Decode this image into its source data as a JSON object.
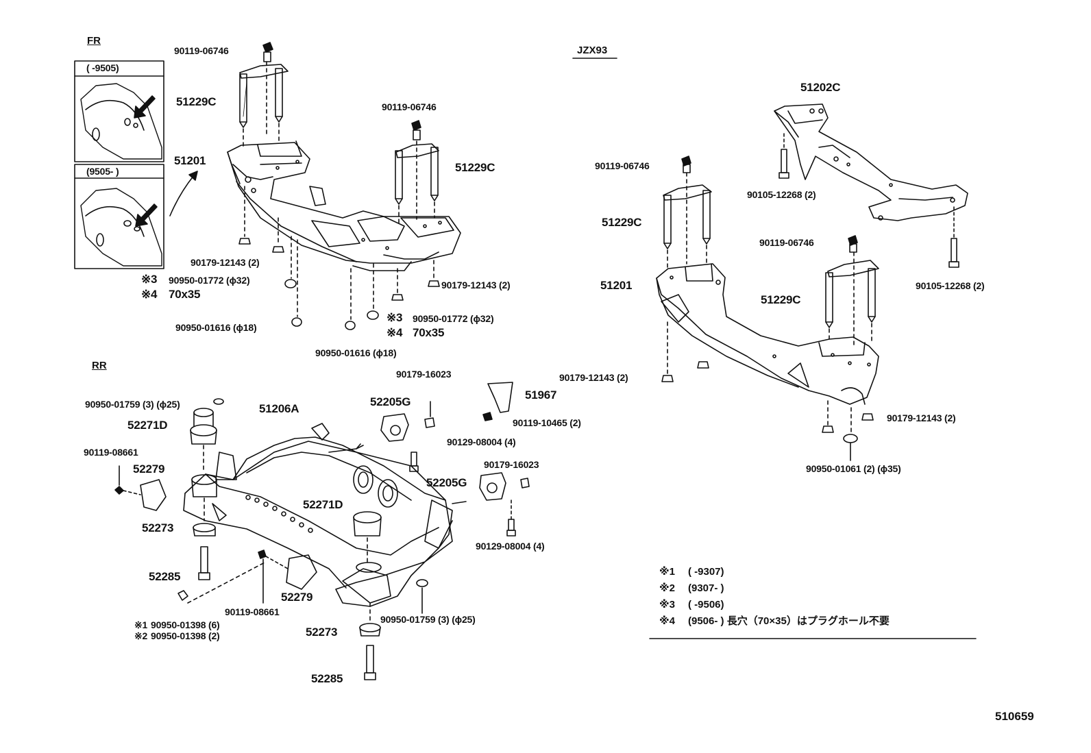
{
  "sections": {
    "front": "FR",
    "rear": "RR",
    "model": "JZX93"
  },
  "inset": {
    "top_label": "(      -9505)",
    "bottom_label": "(9505-        )"
  },
  "labels": {
    "fr_bolt_top": "90119-06746",
    "fr_stud_left": "51229C",
    "fr_member": "51201",
    "fr_bolt_right": "90119-06746",
    "fr_stud_right": "51229C",
    "fr_nut_left": "90179-12143 (2)",
    "fr_plug_a_mark": "※3",
    "fr_plug_a": "90950-01772 (ϕ32)",
    "fr_plug_a_mark2": "※4",
    "fr_plug_a_size": "70x35",
    "fr_nut_right": "90179-12143 (2)",
    "fr_plug_b_mark": "※3",
    "fr_plug_b": "90950-01772 (ϕ32)",
    "fr_plug_b_mark2": "※4",
    "fr_plug_b_size": "70x35",
    "fr_plug_c": "90950-01616 (ϕ18)",
    "fr_plug_d": "90950-01616 (ϕ18)",
    "rr_plug_top": "90950-01759 (3) (ϕ25)",
    "rr_member": "51206A",
    "rr_bush_a": "52271D",
    "rr_bolt_a": "90119-08661",
    "rr_bracket_a": "52279",
    "rr_stopper_a": "52273",
    "rr_bolt_b": "52285",
    "rr_nut_a_mark1": "※1",
    "rr_nut_a": "90950-01398 (6)",
    "rr_nut_a_mark2": "※2",
    "rr_nut_b": "90950-01398 (2)",
    "rr_bolt_c": "90119-08661",
    "rr_bracket_b": "52279",
    "rr_bush_b": "52271D",
    "rr_stopper_b": "52273",
    "rr_bolt_d": "52285",
    "rr_plug_bottom": "90950-01759 (3) (ϕ25)",
    "rr_nut_c": "90179-16023",
    "rr_bush_c": "52205G",
    "rr_bracket_c": "51967",
    "rr_bolt_e": "90119-10465 (2)",
    "rr_bolt_f": "90129-08004 (4)",
    "rr_nut_d": "90179-16023",
    "rr_bush_d": "52205G",
    "rr_bolt_g": "90129-08004 (4)",
    "j_member_upper": "51202C",
    "j_bolt_a": "90119-06746",
    "j_bolt_upper_left": "90105-12268 (2)",
    "j_stud_left": "51229C",
    "j_bolt_b": "90119-06746",
    "j_bolt_upper_right": "90105-12268 (2)",
    "j_member": "51201",
    "j_stud_right": "51229C",
    "j_nut_left": "90179-12143 (2)",
    "j_nut_right": "90179-12143 (2)",
    "j_plug": "90950-01061 (2) (ϕ35)"
  },
  "notes": [
    {
      "mark": "※1",
      "text": "(         -9307)"
    },
    {
      "mark": "※2",
      "text": "(9307-         )"
    },
    {
      "mark": "※3",
      "text": "(         -9506)"
    },
    {
      "mark": "※4",
      "text": "(9506-         ) 長穴（70×35）はプラグホール不要"
    }
  ],
  "reference": "510659"
}
